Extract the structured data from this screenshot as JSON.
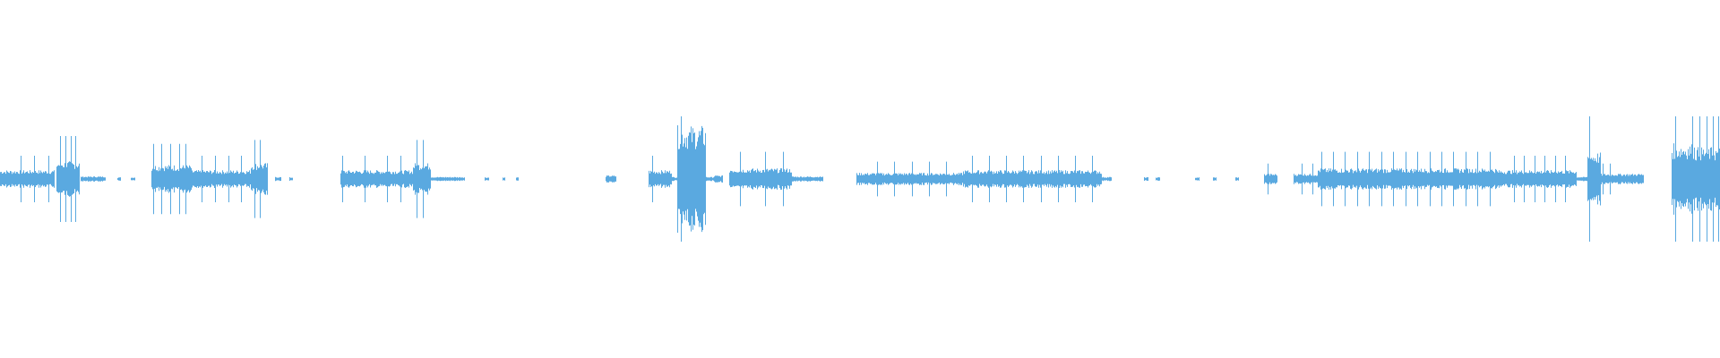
{
  "waveform": {
    "color": "#5aa9e0",
    "background": "#ffffff",
    "duration_fraction_visible": 1.0,
    "segments": [
      {
        "start": 0.0,
        "end": 0.031,
        "amp": 0.05,
        "peaks": [
          0.012,
          0.02,
          0.028
        ]
      },
      {
        "start": 0.033,
        "end": 0.046,
        "amp": 0.1,
        "peaks": [
          0.035,
          0.038,
          0.041,
          0.044
        ]
      },
      {
        "start": 0.047,
        "end": 0.061,
        "amp": 0.015,
        "peaks": []
      },
      {
        "start": 0.068,
        "end": 0.07,
        "amp": 0.01,
        "peaks": []
      },
      {
        "start": 0.076,
        "end": 0.078,
        "amp": 0.01,
        "peaks": []
      },
      {
        "start": 0.088,
        "end": 0.111,
        "amp": 0.08,
        "peaks": [
          0.089,
          0.094,
          0.099,
          0.104,
          0.108
        ]
      },
      {
        "start": 0.111,
        "end": 0.146,
        "amp": 0.05,
        "peaks": [
          0.117,
          0.125,
          0.133,
          0.14
        ]
      },
      {
        "start": 0.146,
        "end": 0.155,
        "amp": 0.09,
        "peaks": [
          0.148,
          0.151
        ]
      },
      {
        "start": 0.16,
        "end": 0.163,
        "amp": 0.012,
        "peaks": []
      },
      {
        "start": 0.168,
        "end": 0.17,
        "amp": 0.01,
        "peaks": []
      },
      {
        "start": 0.198,
        "end": 0.24,
        "amp": 0.05,
        "peaks": [
          0.199,
          0.212,
          0.225,
          0.233
        ]
      },
      {
        "start": 0.24,
        "end": 0.25,
        "amp": 0.09,
        "peaks": [
          0.242,
          0.246
        ]
      },
      {
        "start": 0.25,
        "end": 0.27,
        "amp": 0.012,
        "peaks": []
      },
      {
        "start": 0.282,
        "end": 0.284,
        "amp": 0.01,
        "peaks": []
      },
      {
        "start": 0.292,
        "end": 0.293,
        "amp": 0.01,
        "peaks": []
      },
      {
        "start": 0.3,
        "end": 0.301,
        "amp": 0.01,
        "peaks": []
      },
      {
        "start": 0.352,
        "end": 0.358,
        "amp": 0.02,
        "peaks": []
      },
      {
        "start": 0.377,
        "end": 0.39,
        "amp": 0.05,
        "peaks": [
          0.379
        ]
      },
      {
        "start": 0.39,
        "end": 0.394,
        "amp": 0.012,
        "peaks": []
      },
      {
        "start": 0.394,
        "end": 0.41,
        "amp": 0.3,
        "peaks": [
          0.396
        ]
      },
      {
        "start": 0.41,
        "end": 0.42,
        "amp": 0.012,
        "peaks": []
      },
      {
        "start": 0.415,
        "end": 0.42,
        "amp": 0.02,
        "peaks": []
      },
      {
        "start": 0.424,
        "end": 0.46,
        "amp": 0.06,
        "peaks": [
          0.43,
          0.445,
          0.455
        ]
      },
      {
        "start": 0.46,
        "end": 0.478,
        "amp": 0.015,
        "peaks": []
      },
      {
        "start": 0.498,
        "end": 0.56,
        "amp": 0.035,
        "peaks": [
          0.51,
          0.52,
          0.53,
          0.54,
          0.55
        ]
      },
      {
        "start": 0.56,
        "end": 0.64,
        "amp": 0.05,
        "peaks": [
          0.565,
          0.575,
          0.585,
          0.595,
          0.605,
          0.615,
          0.625,
          0.635
        ]
      },
      {
        "start": 0.64,
        "end": 0.646,
        "amp": 0.012,
        "peaks": []
      },
      {
        "start": 0.665,
        "end": 0.667,
        "amp": 0.01,
        "peaks": []
      },
      {
        "start": 0.672,
        "end": 0.674,
        "amp": 0.01,
        "peaks": []
      },
      {
        "start": 0.695,
        "end": 0.697,
        "amp": 0.01,
        "peaks": []
      },
      {
        "start": 0.705,
        "end": 0.707,
        "amp": 0.01,
        "peaks": []
      },
      {
        "start": 0.718,
        "end": 0.72,
        "amp": 0.01,
        "peaks": []
      },
      {
        "start": 0.735,
        "end": 0.742,
        "amp": 0.03,
        "peaks": [
          0.737
        ]
      },
      {
        "start": 0.752,
        "end": 0.766,
        "amp": 0.03,
        "peaks": [
          0.757,
          0.763
        ]
      },
      {
        "start": 0.766,
        "end": 0.87,
        "amp": 0.06,
        "peaks": [
          0.768,
          0.775,
          0.782,
          0.789,
          0.796,
          0.803,
          0.81,
          0.817,
          0.824,
          0.831,
          0.838,
          0.845,
          0.852,
          0.859,
          0.866
        ]
      },
      {
        "start": 0.87,
        "end": 0.916,
        "amp": 0.05,
        "peaks": [
          0.88,
          0.886,
          0.892,
          0.898,
          0.904,
          0.91
        ]
      },
      {
        "start": 0.916,
        "end": 0.923,
        "amp": 0.012,
        "peaks": []
      },
      {
        "start": 0.923,
        "end": 0.93,
        "amp": 0.15,
        "peaks": [
          0.924
        ]
      },
      {
        "start": 0.93,
        "end": 0.955,
        "amp": 0.03,
        "peaks": [
          0.932,
          0.936
        ]
      },
      {
        "start": 0.972,
        "end": 0.985,
        "amp": 0.2,
        "peaks": [
          0.974,
          0.984
        ]
      },
      {
        "start": 0.985,
        "end": 1.0,
        "amp": 0.18,
        "peaks": [
          0.988,
          0.992,
          0.996,
          0.999
        ]
      }
    ]
  }
}
